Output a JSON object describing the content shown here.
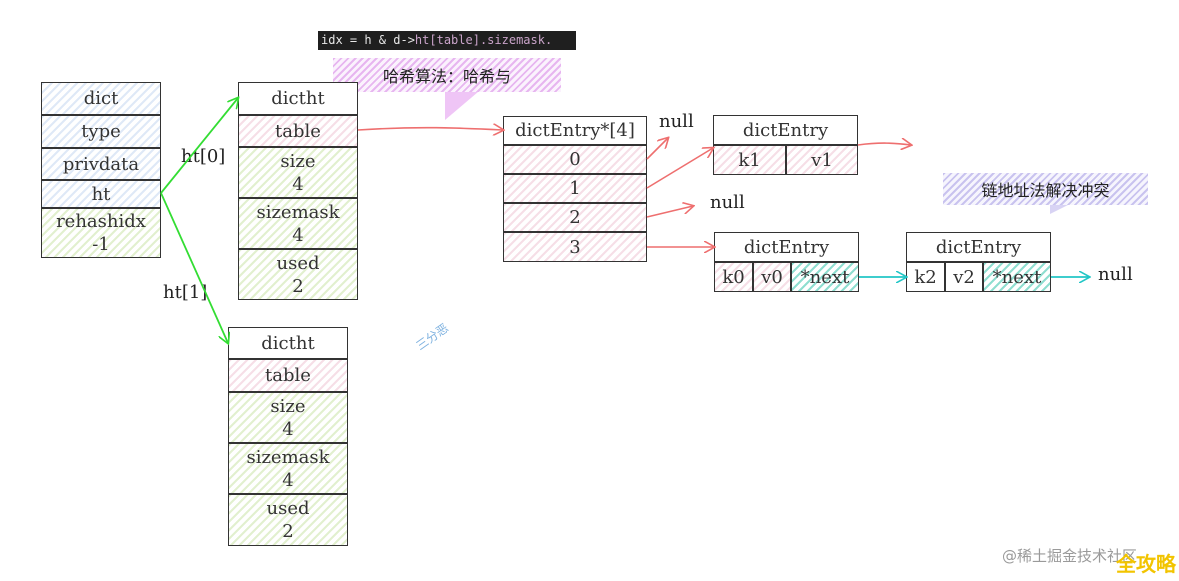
{
  "code_snippet": {
    "prefix": "idx = h & d->",
    "highlight": "ht[table].sizemask."
  },
  "notes": {
    "hash": "哈希算法：哈希与",
    "chain": "链地址法解决冲突"
  },
  "dict": {
    "title": "dict",
    "fields": [
      "type",
      "privdata",
      "ht"
    ],
    "rehashidx": {
      "label": "rehashidx",
      "value": "-1"
    }
  },
  "ht_labels": [
    "ht[0]",
    "ht[1]"
  ],
  "dictht0": {
    "title": "dictht",
    "table": "table",
    "size": {
      "label": "size",
      "value": "4"
    },
    "sizemask": {
      "label": "sizemask",
      "value": "4"
    },
    "used": {
      "label": "used",
      "value": "2"
    }
  },
  "dictht1": {
    "title": "dictht",
    "table": "table",
    "size": {
      "label": "size",
      "value": "4"
    },
    "sizemask": {
      "label": "sizemask",
      "value": "4"
    },
    "used": {
      "label": "used",
      "value": "2"
    }
  },
  "bucket_array": {
    "title": "dictEntry*[4]",
    "slots": [
      "0",
      "1",
      "2",
      "3"
    ]
  },
  "entry_a": {
    "title": "dictEntry",
    "key": "k1",
    "value": "v1"
  },
  "entry_b": {
    "title": "dictEntry",
    "key": "k0",
    "value": "v0",
    "next": "*next"
  },
  "entry_c": {
    "title": "dictEntry",
    "key": "k2",
    "value": "v2",
    "next": "*next"
  },
  "null_label": "null",
  "watermark": {
    "stamp": "三分恶",
    "site": "@稀土掘金技术社区",
    "brand": "全攻略"
  },
  "colors": {
    "green": "#33dd33",
    "red": "#ee6f6f",
    "teal": "#22c6c6"
  }
}
